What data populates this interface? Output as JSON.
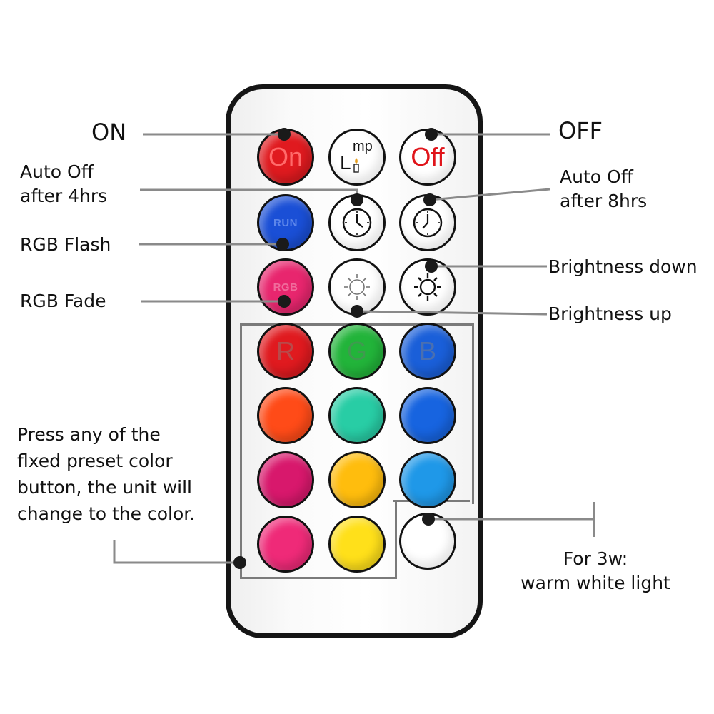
{
  "labels": {
    "on": "ON",
    "off": "OFF",
    "auto_off_4": [
      "Auto Off",
      "after 4hrs"
    ],
    "auto_off_8": [
      "Auto Off",
      "after 8hrs"
    ],
    "rgb_flash": "RGB Flash",
    "rgb_fade": "RGB Fade",
    "brightness_down": "Brightness down",
    "brightness_up": "Brightness up",
    "preset": [
      "Press any of the",
      "flxed preset color",
      "button, the unit will",
      "change to the color."
    ],
    "warm_white": [
      "For 3w:",
      "warm white light"
    ]
  },
  "buttons": {
    "on": {
      "text": "On",
      "color": "#e01a1f",
      "text_color": "#ff6a6a"
    },
    "lamp": {
      "text_main": "L",
      "text_sup": "mp"
    },
    "off": {
      "text": "Off",
      "color": "#ffffff",
      "text_color": "#e0141a"
    },
    "run": {
      "text": "RUN",
      "color": "#1a4fd6",
      "text_color": "#5d86ea"
    },
    "rgb": {
      "text": "RGB",
      "color": "#e8266e",
      "text_color": "#f06c9c"
    },
    "r": {
      "text": "R",
      "color": "#e01a1f",
      "text_color": "#b84a4a"
    },
    "g": {
      "text": "G",
      "color": "#22b43a",
      "text_color": "#3f9a4f"
    },
    "b": {
      "text": "B",
      "color": "#1a5fd9",
      "text_color": "#4a6fb0"
    },
    "presets": [
      "#ff4b18",
      "#28cda5",
      "#1764e0",
      "#d8186c",
      "#ffbd0d",
      "#1f98e8",
      "#ef2a78",
      "#ffe01a",
      "#ffffff"
    ]
  },
  "colors": {
    "remote_border": "#151515",
    "callout_line": "#8a8a8a",
    "group_box": "#7a7a7a",
    "dot": "#1a1a1a"
  },
  "icons": [
    "lamp-icon",
    "clock-icon",
    "sun-dim-icon",
    "sun-bright-icon"
  ]
}
